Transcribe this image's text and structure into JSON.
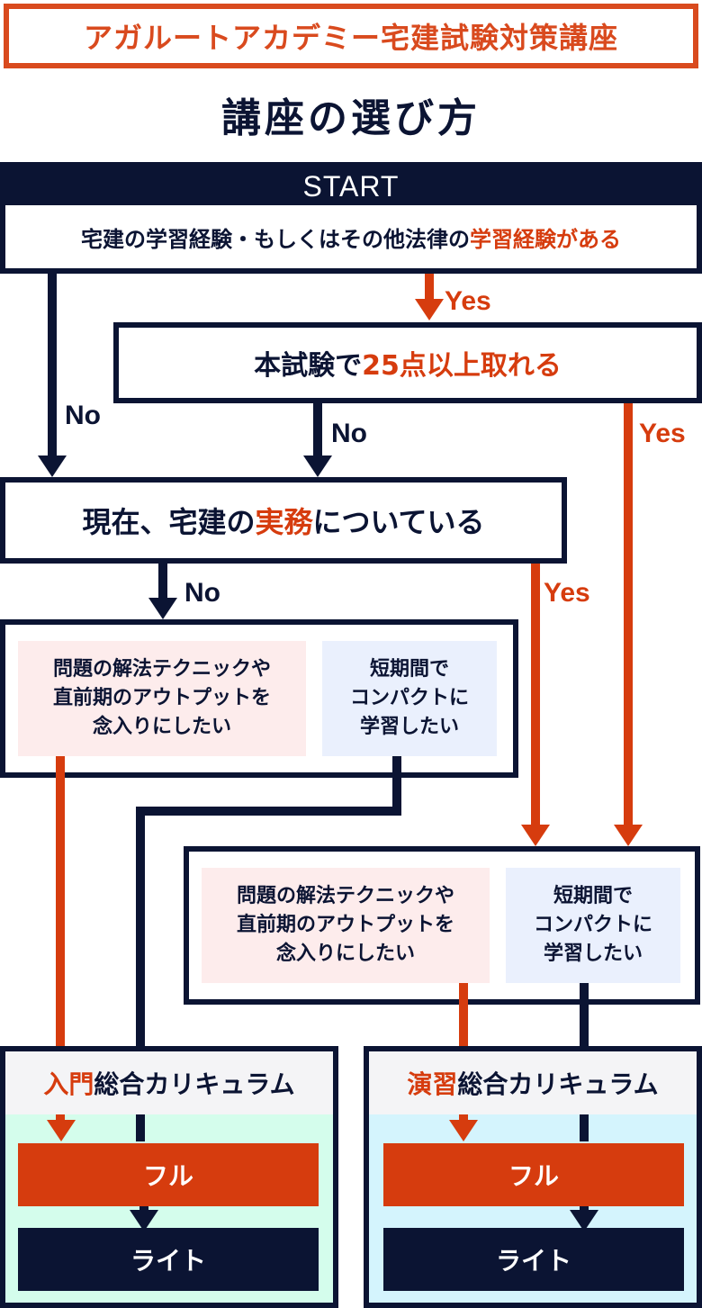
{
  "header": {
    "banner_title": "アガルートアカデミー宅建試験対策講座",
    "page_title": "講座の選び方"
  },
  "colors": {
    "navy": "#0b1433",
    "accent": "#d63c0e",
    "pink": "#fdecec",
    "lavender": "#eaf0fd",
    "mint": "#d4fdec",
    "sky": "#d4f4fd",
    "gray": "#f4f4f6"
  },
  "start": {
    "label": "START",
    "question_prefix": "宅建の学習経験・もしくはその他法律の",
    "question_highlight": "学習経験がある"
  },
  "q2": {
    "prefix": "本試験で",
    "highlight": "25点以上取れる"
  },
  "q3": {
    "prefix": "現在、宅建の",
    "highlight": "実務",
    "suffix": "についている"
  },
  "labels": {
    "yes": "Yes",
    "no": "No"
  },
  "left_choices": {
    "technique": [
      "問題の解法テクニックや",
      "直前期のアウトプットを",
      "念入りにしたい"
    ],
    "compact": [
      "短期間で",
      "コンパクトに",
      "学習したい"
    ]
  },
  "right_choices": {
    "technique": [
      "問題の解法テクニックや",
      "直前期のアウトプットを",
      "念入りにしたい"
    ],
    "compact": [
      "短期間で",
      "コンパクトに",
      "学習したい"
    ]
  },
  "results": {
    "intro": {
      "highlight": "入門",
      "suffix": "総合カリキュラム",
      "full": "フル",
      "lite": "ライト"
    },
    "practice": {
      "highlight": "演習",
      "suffix": "総合カリキュラム",
      "full": "フル",
      "lite": "ライト"
    }
  }
}
